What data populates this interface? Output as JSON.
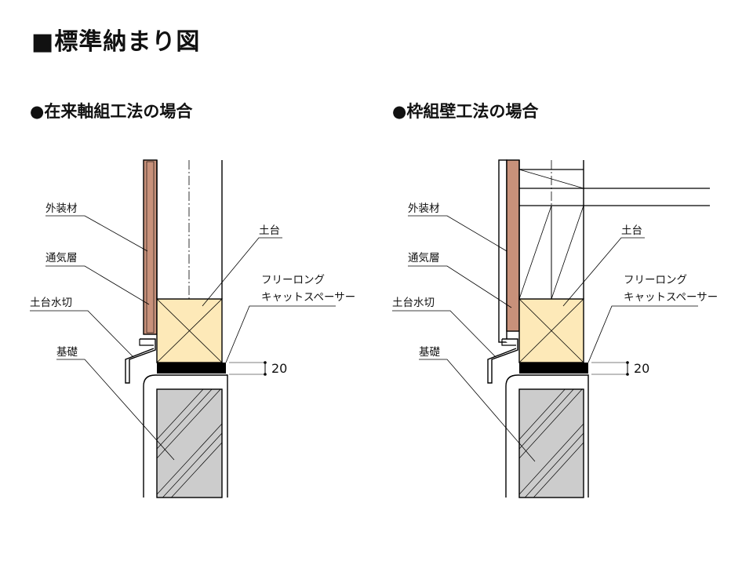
{
  "title": "■標準納まり図",
  "sections": [
    {
      "heading": "●在来軸組工法の場合",
      "labels": {
        "siding": "外装材",
        "vent_layer": "通気層",
        "sill_flashing": "土台水切",
        "foundation": "基礎",
        "sill": "土台",
        "spacer_line1": "フリーロング",
        "spacer_line2": "キャットスペーサー",
        "dimension": "20"
      }
    },
    {
      "heading": "●枠組壁工法の場合",
      "labels": {
        "siding": "外装材",
        "vent_layer": "通気層",
        "sill_flashing": "土台水切",
        "foundation": "基礎",
        "sill": "土台",
        "spacer_line1": "フリーロング",
        "spacer_line2": "キャットスペーサー",
        "dimension": "20"
      }
    }
  ],
  "colors": {
    "siding": "#c8917a",
    "timber": "#fde9b8",
    "concrete": "#cccccc",
    "spacer": "#000000"
  }
}
